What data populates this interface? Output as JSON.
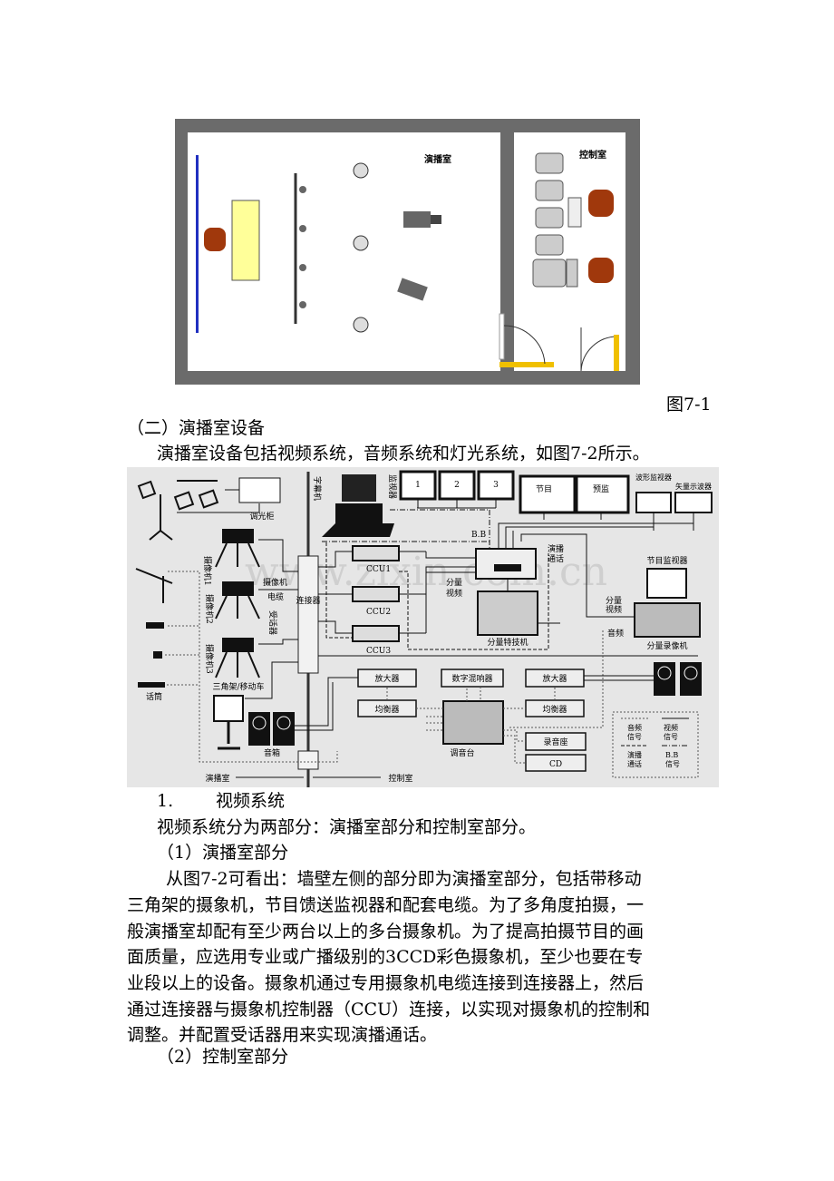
{
  "figure1": {
    "studio_label": "演播室",
    "control_label": "控制室",
    "caption": "图7-1"
  },
  "section_heading": "（二）演播室设备",
  "intro": "演播室设备包括视频系统，音频系统和灯光系统，如图7-2所示。",
  "figure2": {
    "dimmer": "调光柜",
    "character_generator": "字幕机",
    "monitor_label": "监视器",
    "monitors": [
      "1",
      "2",
      "3"
    ],
    "program": "节目",
    "preview": "预监",
    "waveform": "波形监视器",
    "vectorscope": "矢量示波器",
    "bb": "B.B",
    "camera1": "摄像机1",
    "camera2": "摄像机2",
    "camera3": "摄像机3",
    "camera_cable_1": "摄像机",
    "camera_cable_2": "电缆",
    "receiver": "受话器",
    "connector": "连接器",
    "ccu1": "CCU1",
    "ccu2": "CCU2",
    "ccu3": "CCU3",
    "intercom": [
      "演播",
      "通话"
    ],
    "component_video": [
      "分量",
      "视频"
    ],
    "switcher": "分量特技机",
    "program_monitor": "节目监视器",
    "component_video_right": [
      "分量",
      "视频"
    ],
    "audio": "音频",
    "component_vtr": "分量录像机",
    "tripod": "三角架/移动车",
    "microphone": "话筒",
    "speaker": "音箱",
    "amplifier_left": "放大器",
    "reverb": "数字混响器",
    "amplifier_right": "放大器",
    "equalizer_left": "均衡器",
    "equalizer_right": "均衡器",
    "mixer": "调音台",
    "recorder": "录音座",
    "cd": "CD",
    "studio": "演播室",
    "control_room": "控制室",
    "legend": {
      "audio_signal": [
        "音频",
        "信号"
      ],
      "video_signal": [
        "视频",
        "信号"
      ],
      "intercom": [
        "演播",
        "通话"
      ],
      "bb_signal": [
        "B.B",
        "信号"
      ]
    },
    "watermark": "www.zixin.com.cn"
  },
  "video_system": {
    "number": "1.",
    "title": "视频系统",
    "summary": "视频系统分为两部分：演播室部分和控制室部分。",
    "sub1": "（1）演播室部分",
    "paragraph_lines": [
      "从图7-2可看出：墙壁左侧的部分即为演播室部分，包括带移动",
      "三角架的摄象机，节目馈送监视器和配套电缆。为了多角度拍摄，一",
      "般演播室却配有至少两台以上的多台摄象机。为了提高拍摄节目的画",
      "面质量，应选用专业或广播级别的3CCD彩色摄象机，至少也要在专",
      "业段以上的设备。摄象机通过专用摄象机电缆连接到连接器上，然后",
      "通过连接器与摄象机控制器（CCU）连接，以实现对摄象机的控制和",
      "调整。并配置受话器用来实现演播通话。"
    ],
    "sub2": "（2）控制室部分"
  }
}
